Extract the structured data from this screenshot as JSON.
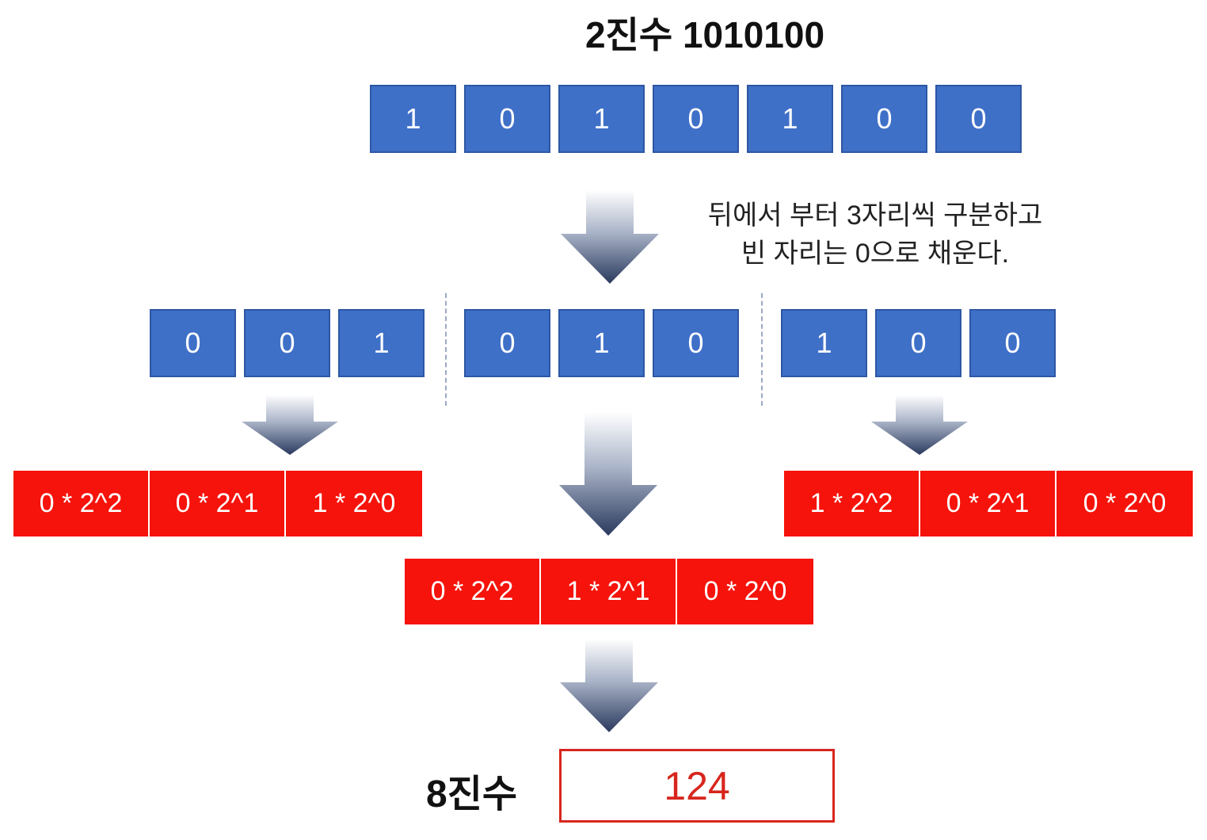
{
  "title": "2진수 1010100",
  "binary_bits": [
    "1",
    "0",
    "1",
    "0",
    "1",
    "0",
    "0"
  ],
  "note": {
    "line1": "뒤에서 부터 3자리씩 구분하고",
    "line2": "빈 자리는 0으로 채운다."
  },
  "groups": [
    {
      "bits": [
        "0",
        "0",
        "1"
      ],
      "terms": [
        "0 * 2^2",
        "0 * 2^1",
        "1 * 2^0"
      ]
    },
    {
      "bits": [
        "0",
        "1",
        "0"
      ],
      "terms": [
        "0 * 2^2",
        "1 * 2^1",
        "0 * 2^0"
      ]
    },
    {
      "bits": [
        "1",
        "0",
        "0"
      ],
      "terms": [
        "1 * 2^2",
        "0 * 2^1",
        "0 * 2^0"
      ]
    }
  ],
  "result": {
    "label": "8진수",
    "value": "124"
  },
  "colors": {
    "bit_fill": "#3f70c8",
    "term_fill": "#f5130b",
    "result_border": "#d7261d"
  }
}
